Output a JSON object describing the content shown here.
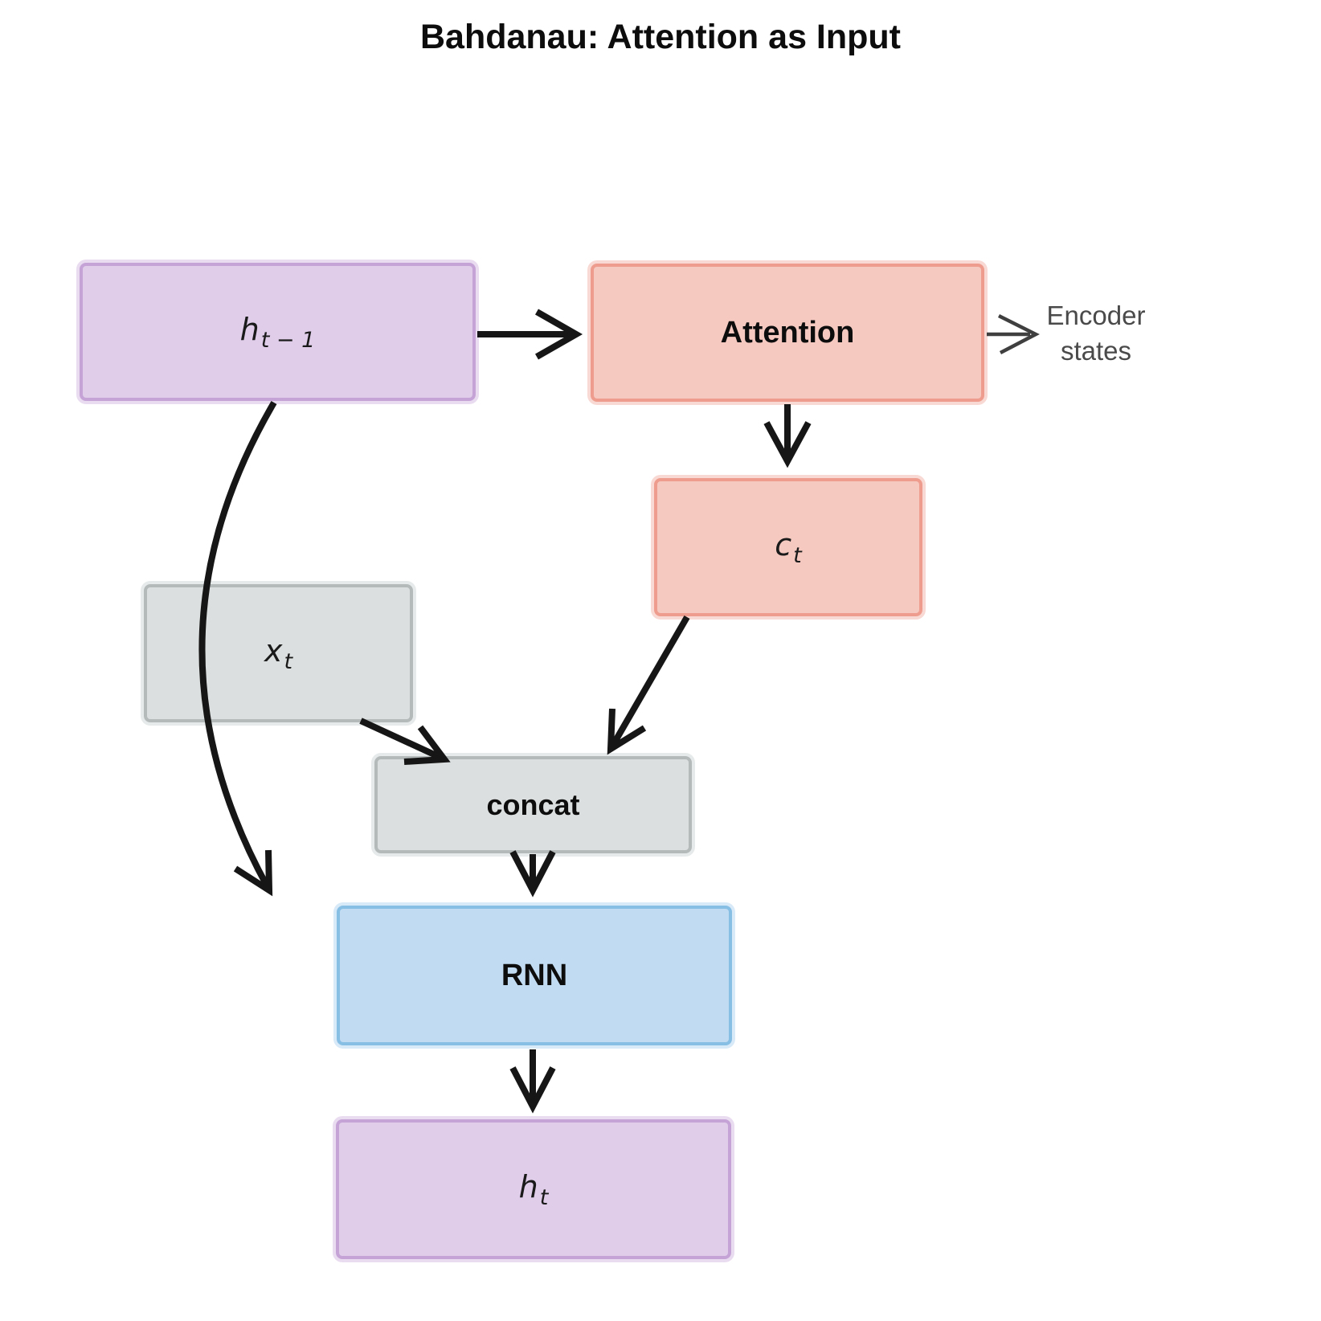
{
  "title": "Bahdanau: Attention as Input",
  "nodes": {
    "h_prev": {
      "var": "h",
      "sub": "t − 1"
    },
    "attention": {
      "label": "Attention"
    },
    "c_t": {
      "var": "c",
      "sub": "t"
    },
    "x_t": {
      "var": "x",
      "sub": "t"
    },
    "concat": {
      "label": "concat"
    },
    "rnn": {
      "label": "RNN"
    },
    "h_t": {
      "var": "h",
      "sub": "t"
    }
  },
  "annotation": {
    "line1": "Encoder",
    "line2": "states"
  },
  "palette": {
    "purple-fill": "#dfcde9",
    "purple-stroke": "#c5a3d6",
    "purple-halo": "#e9dcf0",
    "salmon-fill": "#f6c9c0",
    "salmon-stroke": "#ee9c8d",
    "salmon-halo": "#f9d9d3",
    "gray-fill": "#dcdfdf",
    "gray-stroke": "#b4baba",
    "gray-halo": "#e7eaea",
    "blue-fill": "#c1dcf2",
    "blue-stroke": "#87bee4",
    "blue-halo": "#d8e9f7",
    "arrow": "#161616",
    "annotation-text": "#4a4a4a",
    "annotation-arrow": "#3f3f3f"
  }
}
